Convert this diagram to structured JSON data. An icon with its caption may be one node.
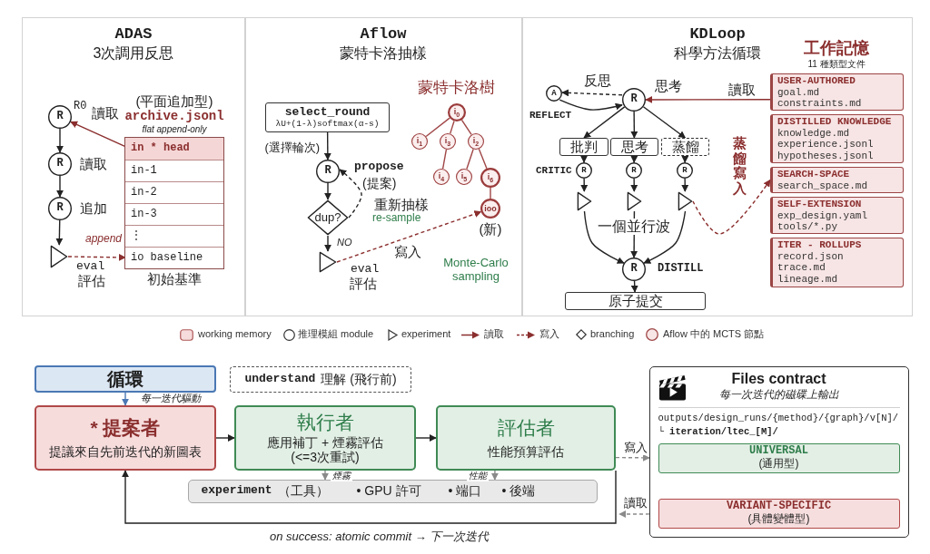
{
  "diagram": {
    "nodes": [
      {
        "text": [
          "ADAS",
          "3次調用反思"
        ]
      },
      {
        "text": [
          "R"
        ],
        "in": 0,
        "beside": [
          "R0",
          "讀取"
        ]
      },
      {
        "text": [
          "R"
        ],
        "in": 0,
        "beside": [
          "讀取"
        ]
      },
      {
        "text": [
          "R"
        ],
        "in": 0,
        "beside": [
          "追加"
        ]
      },
      {
        "text": [],
        "shape": "triangle",
        "in": 0,
        "beside": [
          "eval",
          "評估"
        ]
      },
      {
        "text": [
          "(平面追加型)",
          "archive.jsonl",
          "flat append-only"
        ],
        "in": 0,
        "beside": [
          "初始基準"
        ]
      },
      {
        "text": [
          "in * head"
        ],
        "in": 5
      },
      {
        "text": [
          "in-1"
        ],
        "in": 5
      },
      {
        "text": [
          "in-2"
        ],
        "in": 5
      },
      {
        "text": [
          "in-3"
        ],
        "in": 5
      },
      {
        "text": [
          "⋮"
        ],
        "in": 5
      },
      {
        "text": [
          "io baseline"
        ],
        "in": 5
      },
      {
        "text": [
          "Aflow",
          "蒙特卡洛抽樣"
        ]
      },
      {
        "text": [
          "select_round",
          "λU+(1-λ)softmax(α-s)"
        ],
        "in": 12,
        "beside": [
          "(選擇輪次)"
        ]
      },
      {
        "text": [
          "R"
        ],
        "in": 12,
        "beside": [
          "propose",
          "(提案)"
        ]
      },
      {
        "text": [
          "dup?"
        ],
        "in": 12
      },
      {
        "text": [],
        "shape": "triangle",
        "in": 12,
        "beside": [
          "eval",
          "評估"
        ]
      },
      {
        "text": [
          "i$_{0}$"
        ],
        "in": 12
      },
      {
        "text": [
          "i$_{1}$"
        ],
        "in": 12
      },
      {
        "text": [
          "i$_{3}$"
        ],
        "in": 12
      },
      {
        "text": [
          "i$_{2}$"
        ],
        "in": 12
      },
      {
        "text": [
          "i$_{4}$"
        ],
        "in": 12
      },
      {
        "text": [
          "i$_{5}$"
        ],
        "in": 12
      },
      {
        "text": [
          "i$_{6}$"
        ],
        "in": 12
      },
      {
        "text": [
          "ioo"
        ],
        "in": 12,
        "beside": [
          "(新)"
        ]
      },
      {
        "text": [
          "KDLoop",
          "科學方法循環"
        ]
      },
      {
        "text": [
          "A"
        ],
        "in": 25,
        "beside": [
          "REFLECT"
        ]
      },
      {
        "text": [
          "R"
        ],
        "in": 25,
        "beside": [
          "思考"
        ]
      },
      {
        "text": [
          "批判"
        ],
        "in": 25
      },
      {
        "text": [
          "思考"
        ],
        "in": 25
      },
      {
        "text": [
          "蒸餾"
        ],
        "in": 25
      },
      {
        "text": [
          "R"
        ],
        "in": 25,
        "beside": [
          "CRITIC"
        ]
      },
      {
        "text": [
          "R"
        ],
        "in": 25
      },
      {
        "text": [
          "R"
        ],
        "in": 25
      },
      {
        "text": [],
        "shape": "triangle",
        "in": 25
      },
      {
        "text": [],
        "shape": "triangle",
        "in": 25
      },
      {
        "text": [],
        "shape": "triangle",
        "in": 25
      },
      {
        "text": [
          "R"
        ],
        "in": 25,
        "beside": [
          "DISTILL"
        ]
      },
      {
        "text": [
          "原子提交"
        ],
        "in": 25
      },
      {
        "text": [
          "USER-AUTHORED",
          "goal.md constraints.md"
        ],
        "in": 25
      },
      {
        "text": [
          "DISTILLED KNOWLEDGE",
          "knowledge.md experience.jsonl hypotheses.jsonl"
        ],
        "in": 25
      },
      {
        "text": [
          "SEARCH-SPACE",
          "search_space.md"
        ],
        "in": 25
      },
      {
        "text": [
          "SELF-EXTENSION",
          "exp_design.yaml tools/*.py"
        ],
        "in": 25
      },
      {
        "text": [
          "ITER - ROLLUPS",
          "record.json trace.md lineage.md"
        ],
        "in": 25
      },
      {
        "text": [
          "循環"
        ]
      },
      {
        "text": [
          "understand",
          "理解 (飛行前)"
        ]
      },
      {
        "text": [
          "* 提案者",
          "提議來自先前迭代的新圖表"
        ]
      },
      {
        "text": [
          "執行者",
          "應用補丁 + 煙霧評估 (<=3次重試)"
        ]
      },
      {
        "text": [
          "評估者",
          "性能預算評估"
        ]
      },
      {
        "text": [
          "experiment",
          "（工具）",
          "• GPU 許可",
          "• 端口",
          "• 後端"
        ]
      },
      {
        "text": [
          "Files contract",
          "每一次迭代的磁碟上輸出",
          "outputs/design_runs/{method}/{graph}/v[N]/",
          "└ **iteration/ltec_[M]/**"
        ]
      },
      {
        "text": [
          "UNIVERSAL",
          "(通用型)"
        ],
        "in": 50
      },
      {
        "text": [
          "VARIANT-SPECIFIC",
          "(具體變體型)"
        ],
        "in": 50
      }
    ],
    "edges": [
      {
        "from": 1,
        "to": 2,
        "arrow": "to"
      },
      {
        "from": 2,
        "to": 3,
        "arrow": "to"
      },
      {
        "from": 3,
        "to": 4,
        "arrow": "to"
      },
      {
        "from": 6,
        "to": 1,
        "arrow": "to",
        "color": "#8b2e2e"
      },
      {
        "from": 4,
        "to": 11,
        "arrow": "to",
        "label": "append",
        "style": "dashed",
        "color": "#8b2e2e"
      },
      {
        "from": 13,
        "to": 14,
        "arrow": "to"
      },
      {
        "from": 14,
        "to": 15,
        "arrow": "to"
      },
      {
        "from": 15,
        "to": 16,
        "arrow": "to",
        "label": "NO"
      },
      {
        "from": 15,
        "to": 14,
        "arrow": "to",
        "label": "重新抽樣",
        "style": "dashed"
      },
      {
        "from": 17,
        "to": 18,
        "arrow": "none",
        "color": "#a04646"
      },
      {
        "from": 17,
        "to": 19,
        "arrow": "none",
        "color": "#a04646"
      },
      {
        "from": 17,
        "to": 20,
        "arrow": "none",
        "color": "#a04646"
      },
      {
        "from": 19,
        "to": 21,
        "arrow": "none",
        "color": "#a04646"
      },
      {
        "from": 20,
        "to": 22,
        "arrow": "none",
        "color": "#a04646"
      },
      {
        "from": 20,
        "to": 23,
        "arrow": "none",
        "color": "#a04646"
      },
      {
        "from": 23,
        "to": 24,
        "arrow": "none",
        "color": "#a04646"
      },
      {
        "from": 16,
        "to": 24,
        "arrow": "to",
        "label": "寫入",
        "style": "dashed",
        "color": "#8b2e2e"
      },
      {
        "from": 27,
        "to": 26,
        "arrow": "to",
        "label": "反思",
        "style": "dashed"
      },
      {
        "from": 26,
        "to": 27,
        "arrow": "to"
      },
      {
        "from": 27,
        "to": 28,
        "arrow": "to"
      },
      {
        "from": 27,
        "to": 29,
        "arrow": "to"
      },
      {
        "from": 27,
        "to": 30,
        "arrow": "to"
      },
      {
        "from": 28,
        "to": 31,
        "arrow": "to"
      },
      {
        "from": 29,
        "to": 32,
        "arrow": "to"
      },
      {
        "from": 30,
        "to": 33,
        "arrow": "to"
      },
      {
        "from": 31,
        "to": 34,
        "arrow": "to"
      },
      {
        "from": 32,
        "to": 35,
        "arrow": "to"
      },
      {
        "from": 33,
        "to": 36,
        "arrow": "to"
      },
      {
        "from": 34,
        "to": 37,
        "arrow": "to"
      },
      {
        "from": 35,
        "to": 37,
        "arrow": "to",
        "label": "一個並行波"
      },
      {
        "from": 36,
        "to": 37,
        "arrow": "to"
      },
      {
        "from": 37,
        "to": 38,
        "arrow": "to"
      },
      {
        "from": 39,
        "to": 27,
        "arrow": "to",
        "label": "讀取",
        "color": "#8b2e2e"
      },
      {
        "from": 36,
        "to": 41,
        "arrow": "to",
        "label": "蒸餾寫入",
        "style": "dashed",
        "color": "#8b2e2e"
      },
      {
        "from": 44,
        "to": 46,
        "arrow": "to",
        "label": "每一迭代驅動",
        "color": "#4a78b4"
      },
      {
        "from": 46,
        "to": 47,
        "arrow": "to"
      },
      {
        "from": 47,
        "to": 48,
        "arrow": "to"
      },
      {
        "from": 47,
        "to": 49,
        "arrow": "to",
        "label": "煙霧",
        "color": "#8a8a8a"
      },
      {
        "from": 48,
        "to": 49,
        "arrow": "to",
        "label": "性能",
        "color": "#8a8a8a"
      },
      {
        "from": 48,
        "to": 46,
        "arrow": "to",
        "label": "on success: atomic commit → 下一次迭代"
      },
      {
        "from": 48,
        "to": 50,
        "arrow": "to",
        "label": "寫入",
        "style": "dashed",
        "color": "#8a8a8a"
      },
      {
        "from": 50,
        "to": null,
        "arrow": "to",
        "label": "讀取",
        "style": "dashed",
        "color": "#8a8a8a"
      }
    ],
    "labels": [
      "蒙特卡洛樹",
      "re-sample",
      "Monte-Carlo sampling",
      "工作記憶",
      "11 種類型文件"
    ],
    "legend": [
      {
        "text": "working memory",
        "color": "#f6dcdc"
      },
      {
        "text": "推理模組 module"
      },
      {
        "text": "experiment"
      },
      {
        "text": "讀取"
      },
      {
        "text": "寫入"
      },
      {
        "text": "branching"
      },
      {
        "text": "Aflow 中的 MCTS 節點",
        "color": "#f8e6e6"
      }
    ]
  }
}
